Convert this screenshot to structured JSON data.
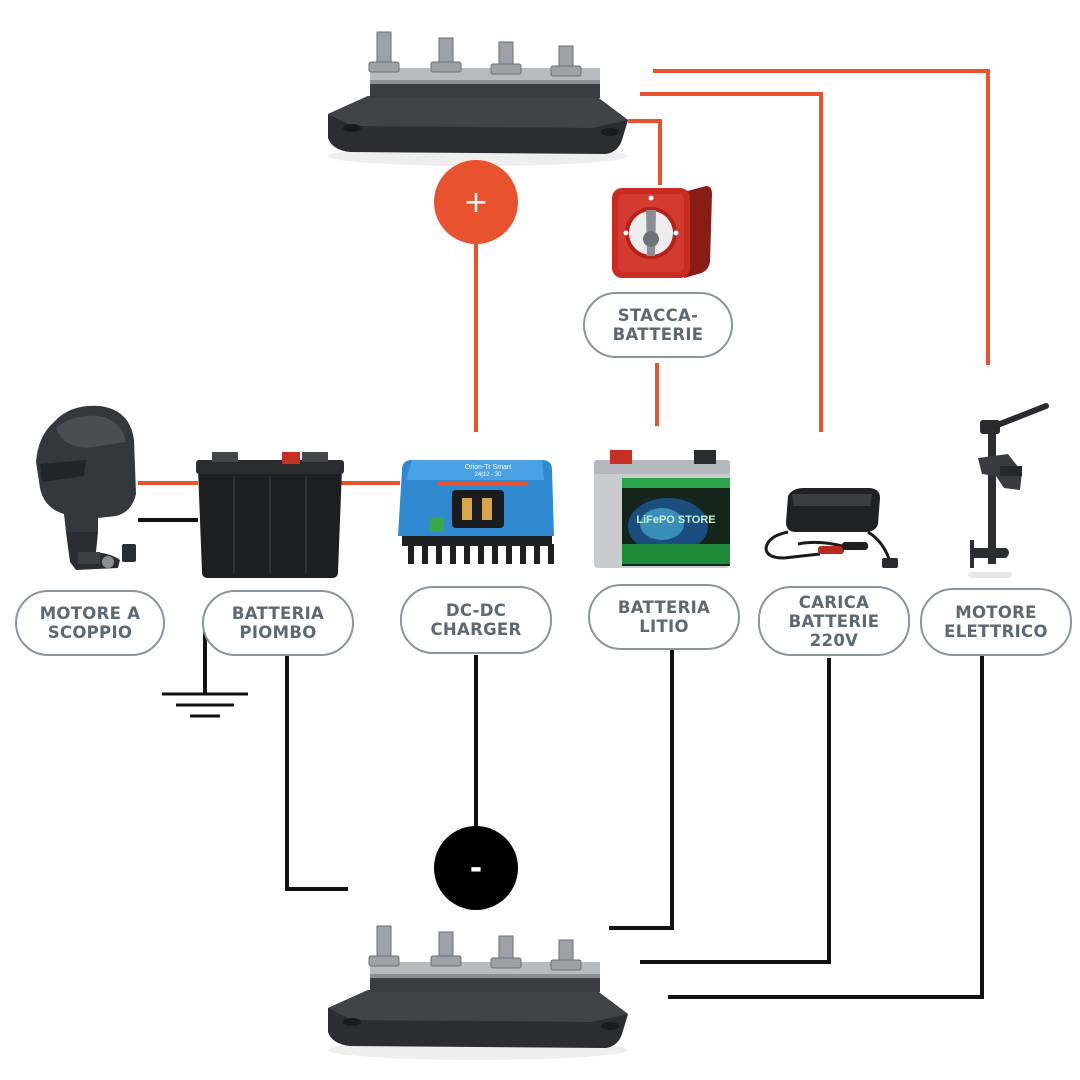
{
  "poles": {
    "positive": "+",
    "negative": "-"
  },
  "labels": {
    "motore_a_scoppio": [
      "MOTORE A",
      "SCOPPIO"
    ],
    "batteria_piombo": [
      "BATTERIA",
      "PIOMBO"
    ],
    "dc_dc_charger": [
      "DC-DC",
      "CHARGER"
    ],
    "staccabatterie": [
      "STACCA-",
      "BATTERIE"
    ],
    "batteria_litio": [
      "BATTERIA",
      "LITIO"
    ],
    "carica_batterie": [
      "CARICA",
      "BATTERIE",
      "220V"
    ],
    "motore_elettrico": [
      "MOTORE",
      "ELETTRICO"
    ]
  },
  "product_text": {
    "dc_dc_charger_brand": "Orion-Tr Smart",
    "dc_dc_charger_model": "24|12 - 30",
    "lithium_brand": "LiFePO STORE"
  },
  "colors": {
    "positive_wire": "#e8522f",
    "negative_wire": "#111111",
    "label_border": "#8c959c",
    "label_text": "#5d6870"
  },
  "icons": [
    "positive-busbar-icon",
    "negative-busbar-icon",
    "outboard-engine-icon",
    "lead-battery-icon",
    "dc-dc-charger-icon",
    "battery-switch-icon",
    "lithium-battery-icon",
    "battery-charger-icon",
    "trolling-motor-icon",
    "ground-symbol-icon"
  ]
}
